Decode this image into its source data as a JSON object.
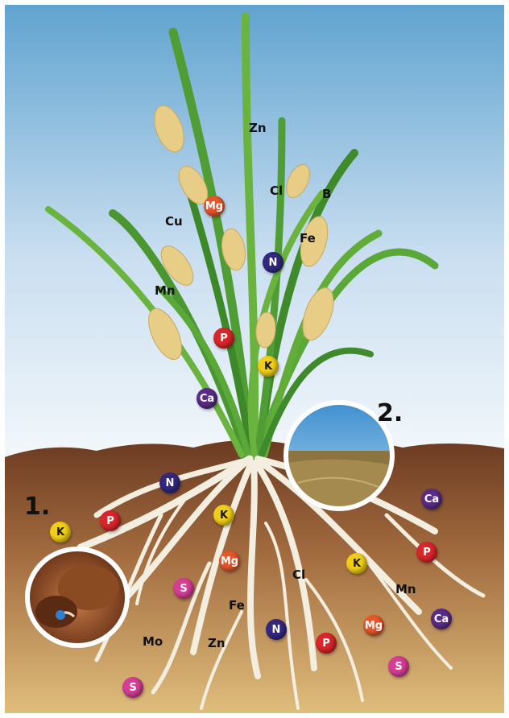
{
  "markers": {
    "one": "1.",
    "two": "2."
  },
  "labels": {
    "zn_top": "Zn",
    "cl_top": "Cl",
    "b_top": "B",
    "cu_top": "Cu",
    "fe_top": "Fe",
    "mn_top": "Mn",
    "cl_root": "Cl",
    "mn_root": "Mn",
    "fe_root": "Fe",
    "mo_root": "Mo",
    "zn_root": "Zn"
  },
  "badges": {
    "mg_top": "Mg",
    "n_top": "N",
    "p_top": "P",
    "k_top": "K",
    "ca_top": "Ca",
    "n_root": "N",
    "p_left": "P",
    "k_left": "K",
    "k_mid": "K",
    "mg_root": "Mg",
    "s_left": "S",
    "ca_right": "Ca",
    "p_right": "P",
    "k_right": "K",
    "ca_right2": "Ca",
    "mg_low": "Mg",
    "n_low": "N",
    "p_low": "P",
    "s_low_right": "S",
    "s_bottom": "S"
  },
  "colors": {
    "sky_top": "#5ea2cf",
    "sky_bottom": "#f4f8fb",
    "soil_top": "#6b3a21",
    "soil_mid": "#a16a3e",
    "soil_bottom": "#e1c07e",
    "root": "#f3eee0",
    "leaf": "#4f9d34",
    "grain": "#e8cd86",
    "nitrogen": "#33287f",
    "phosphorus": "#d9262a",
    "potassium": "#f1cf18",
    "magnesium": "#e5562b",
    "calcium": "#5a2c86",
    "sulfur": "#d43e93"
  }
}
